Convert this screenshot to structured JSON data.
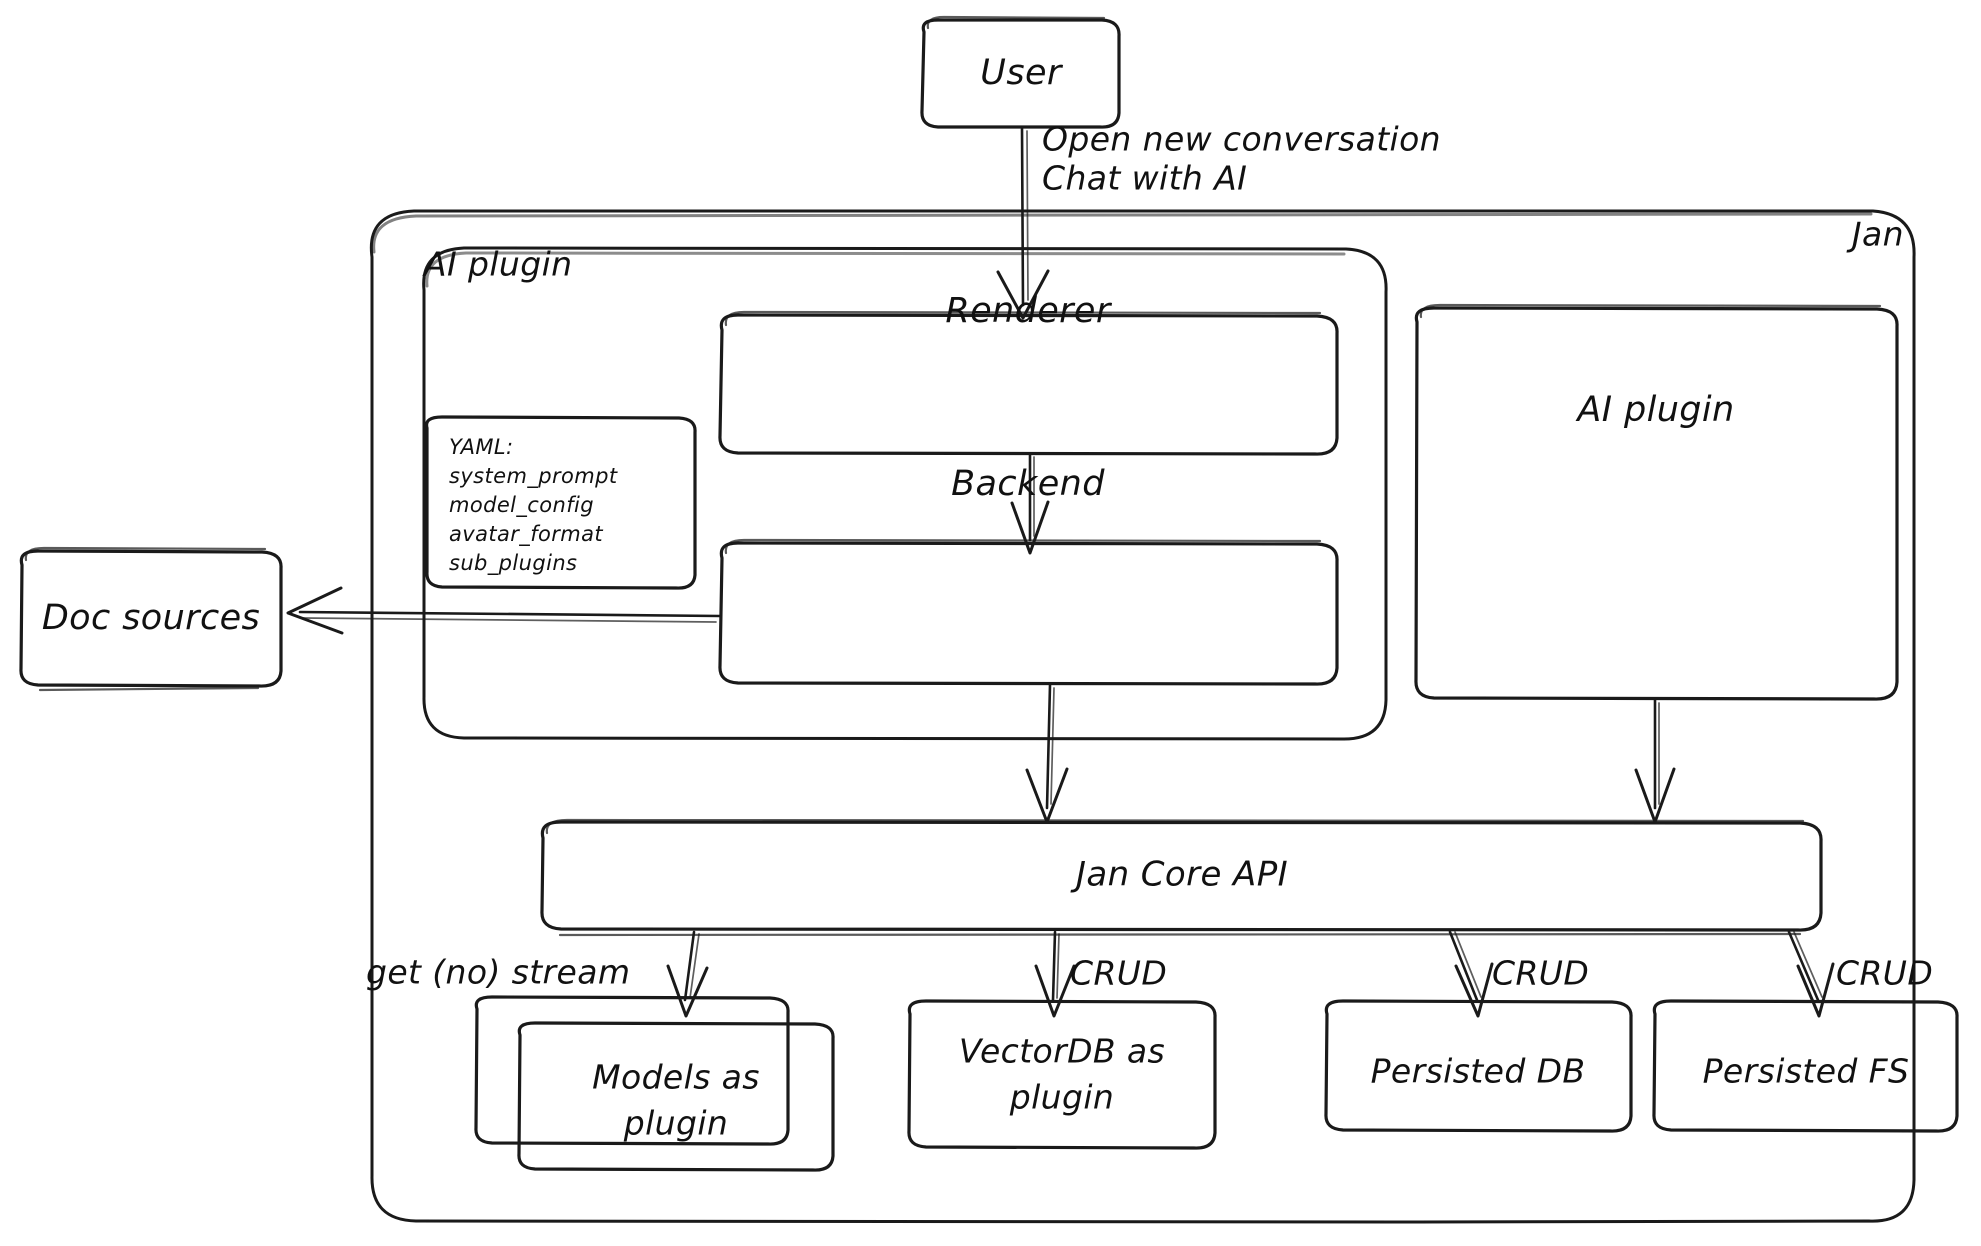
{
  "diagram": {
    "title": "Jan architecture diagram",
    "style": "hand-drawn excalidraw",
    "stroke_color": "#1a1a1a",
    "background": "#ffffff"
  },
  "containers": {
    "jan": {
      "label": "Jan"
    },
    "ai_plugin_group": {
      "label": "AI plugin"
    }
  },
  "nodes": {
    "user": {
      "label": "User"
    },
    "renderer": {
      "label": "Renderer"
    },
    "backend": {
      "label": "Backend"
    },
    "ai_plugin": {
      "label": "AI plugin"
    },
    "doc_sources": {
      "label": "Doc sources"
    },
    "jan_core_api": {
      "label": "Jan Core API"
    },
    "models_plugin": {
      "label_line1": "Models as",
      "label_line2": "plugin"
    },
    "vectordb_plugin": {
      "label_line1": "VectorDB as",
      "label_line2": "plugin"
    },
    "persisted_db": {
      "label": "Persisted DB"
    },
    "persisted_fs": {
      "label": "Persisted FS"
    }
  },
  "yaml_card": {
    "lines": [
      "YAML:",
      "system_prompt",
      "model_config",
      "avatar_format",
      "sub_plugins"
    ]
  },
  "edge_labels": {
    "user_to_renderer_line1": "Open new conversation",
    "user_to_renderer_line2": "Chat with AI",
    "models": "get (no) stream",
    "vectordb": "CRUD",
    "persisted_db": "CRUD",
    "persisted_fs": "CRUD"
  }
}
